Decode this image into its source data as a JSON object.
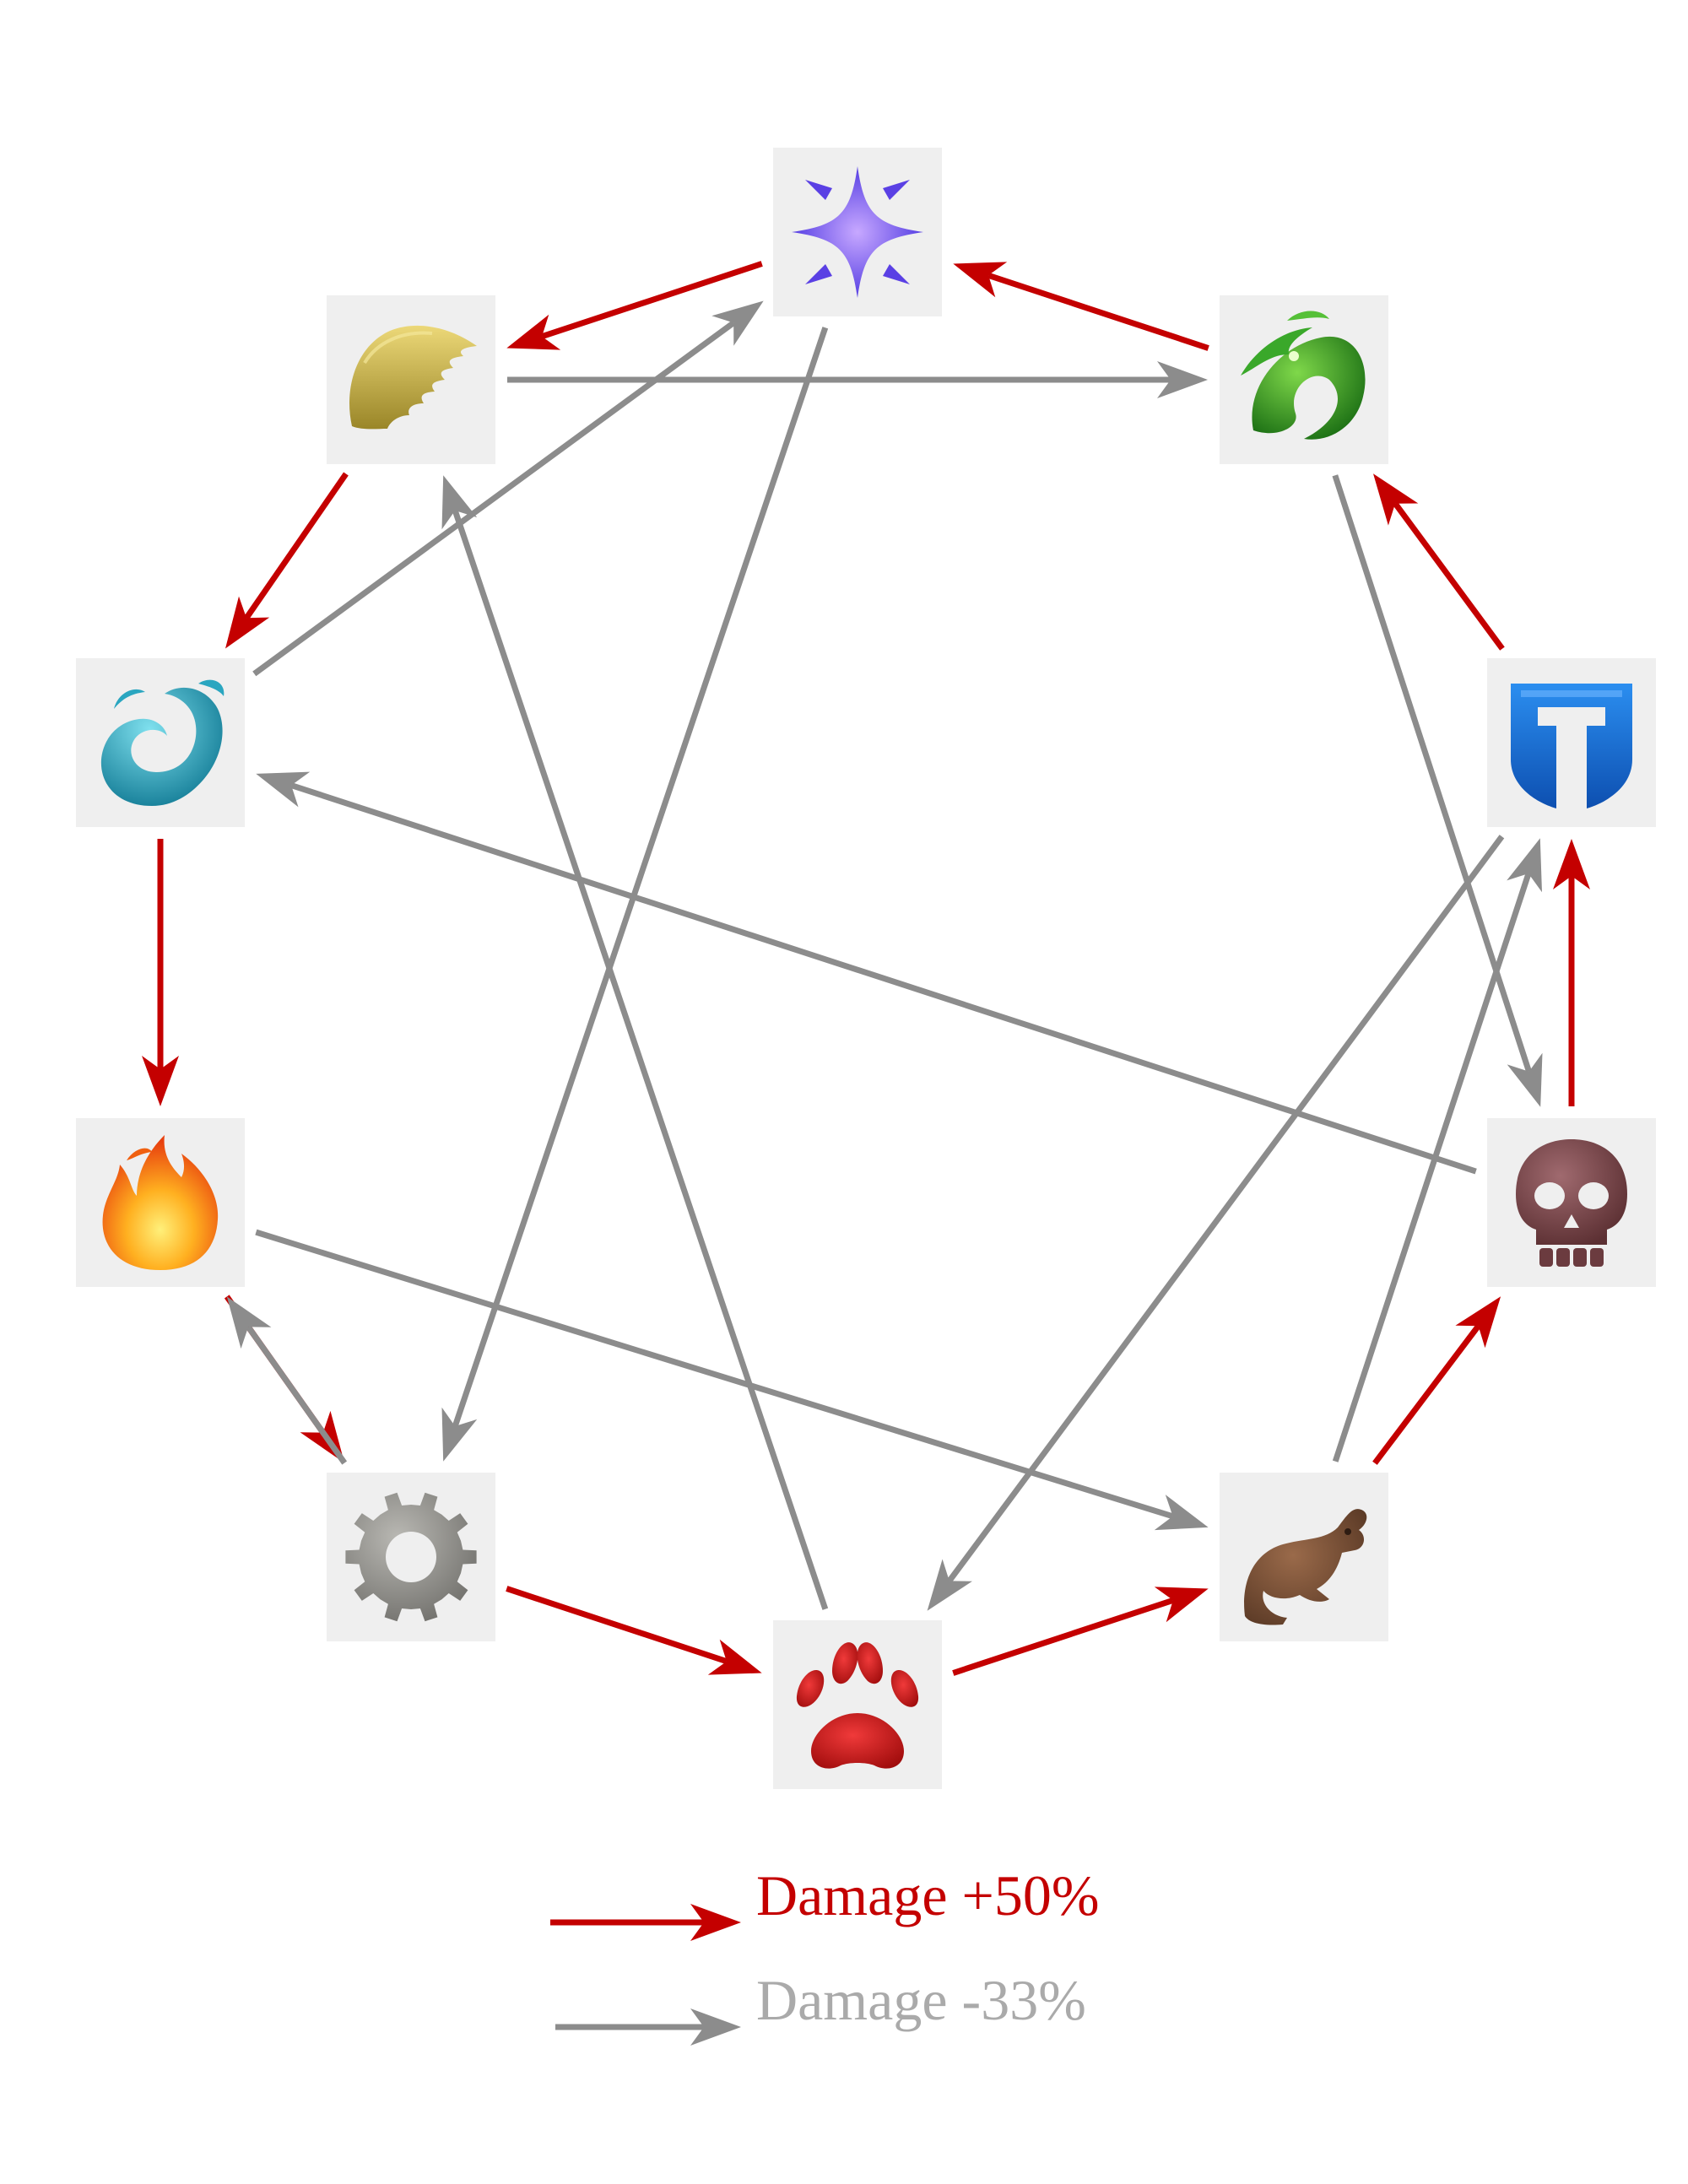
{
  "colors": {
    "strong": "#c40000",
    "weak": "#8c8c8c",
    "weak_text": "#aaaaaa",
    "node_bg": "#efefef"
  },
  "nodes": [
    {
      "id": "arcane",
      "icon": "sparkle-star-icon",
      "color": "#6a4fe8"
    },
    {
      "id": "dragon",
      "icon": "dragon-icon",
      "color": "#2f9a1f"
    },
    {
      "id": "armor",
      "icon": "helmet-icon",
      "color": "#1a6fd0"
    },
    {
      "id": "undead",
      "icon": "skull-icon",
      "color": "#7a4a4e"
    },
    {
      "id": "beast",
      "icon": "rat-icon",
      "color": "#7b5238"
    },
    {
      "id": "bestial",
      "icon": "paw-icon",
      "color": "#d01818"
    },
    {
      "id": "mech",
      "icon": "gear-icon",
      "color": "#8c8c8a"
    },
    {
      "id": "fire",
      "icon": "fire-icon",
      "color": "#f06010"
    },
    {
      "id": "water",
      "icon": "water-swirl-icon",
      "color": "#1f9fb8"
    },
    {
      "id": "air",
      "icon": "wing-icon",
      "color": "#b9a43a"
    }
  ],
  "edges": [
    {
      "from": "arcane",
      "to": "air",
      "type": "strong"
    },
    {
      "from": "dragon",
      "to": "arcane",
      "type": "strong"
    },
    {
      "from": "armor",
      "to": "dragon",
      "type": "strong"
    },
    {
      "from": "undead",
      "to": "armor",
      "type": "strong"
    },
    {
      "from": "beast",
      "to": "undead",
      "type": "strong"
    },
    {
      "from": "bestial",
      "to": "beast",
      "type": "strong"
    },
    {
      "from": "mech",
      "to": "bestial",
      "type": "strong"
    },
    {
      "from": "fire",
      "to": "mech",
      "type": "strong"
    },
    {
      "from": "water",
      "to": "fire",
      "type": "strong"
    },
    {
      "from": "air",
      "to": "water",
      "type": "strong"
    },
    {
      "from": "air",
      "to": "dragon",
      "type": "weak"
    },
    {
      "from": "water",
      "to": "arcane",
      "type": "weak"
    },
    {
      "from": "arcane",
      "to": "mech",
      "type": "weak"
    },
    {
      "from": "bestial",
      "to": "air",
      "type": "weak"
    },
    {
      "from": "dragon",
      "to": "undead",
      "type": "weak"
    },
    {
      "from": "armor",
      "to": "bestial",
      "type": "weak"
    },
    {
      "from": "beast",
      "to": "armor",
      "type": "weak"
    },
    {
      "from": "undead",
      "to": "water",
      "type": "weak"
    },
    {
      "from": "fire",
      "to": "beast",
      "type": "weak"
    },
    {
      "from": "mech",
      "to": "fire",
      "type": "weak"
    }
  ],
  "legend": {
    "strong_label": "Damage +50%",
    "weak_label": "Damage -33%"
  }
}
